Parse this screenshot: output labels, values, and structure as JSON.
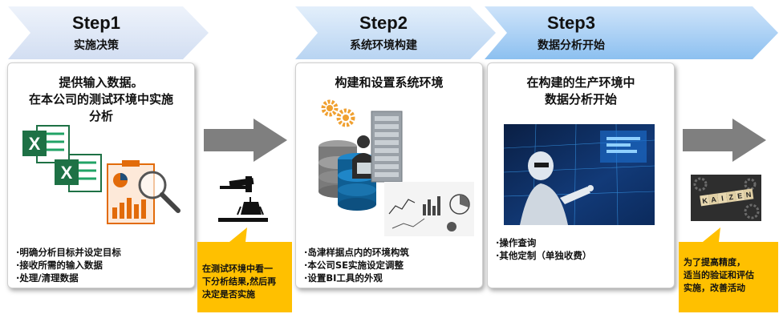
{
  "steps": [
    {
      "title": "Step1",
      "subtitle": "实施决策"
    },
    {
      "title": "Step2",
      "subtitle": "系统环境构建"
    },
    {
      "title": "Step3",
      "subtitle": "数据分析开始"
    }
  ],
  "cards": [
    {
      "heading": [
        "提供输入数据。",
        "在本公司的测试环境中实施",
        "分析"
      ],
      "bullets": [
        "·明确分析目标并设定目标",
        "·接收所需的输入数据",
        "·处理/清理数据"
      ]
    },
    {
      "heading": [
        "构建和设置系统环境"
      ],
      "bullets": [
        "·岛津样据点内的环境构筑",
        "·本公司SE实施设定调整",
        "·设置BI工具的外观"
      ]
    },
    {
      "heading": [
        "在构建的生产环境中",
        "数据分析开始"
      ],
      "bullets": [
        "·操作查询",
        "·其他定制（单独收费）"
      ]
    }
  ],
  "callouts": [
    {
      "lines": [
        "在测试环境中看一",
        "下分析结果,然后再",
        "决定是否实施"
      ]
    },
    {
      "lines": [
        "为了提高精度，",
        "适当的验证和评估",
        "实施，改善活动"
      ]
    }
  ],
  "kaizen_tiles": [
    "K",
    "A",
    "I",
    "Z",
    "E",
    "N"
  ],
  "excel_letter": "X",
  "icons": [
    "excel-icon",
    "report-chart-icon",
    "magnifier-icon",
    "gavel-icon",
    "gear-icon",
    "database-icon",
    "server-icon",
    "analytics-board-icon",
    "robot-image",
    "kaizen-image",
    "arrow-right-icon"
  ],
  "colors": {
    "chevron_light": "#dfe8f7",
    "chevron_mid": "#c6dcf5",
    "chevron_dark": "#9ec9f3",
    "callout": "#ffc000",
    "arrow": "#7f7f7f"
  }
}
